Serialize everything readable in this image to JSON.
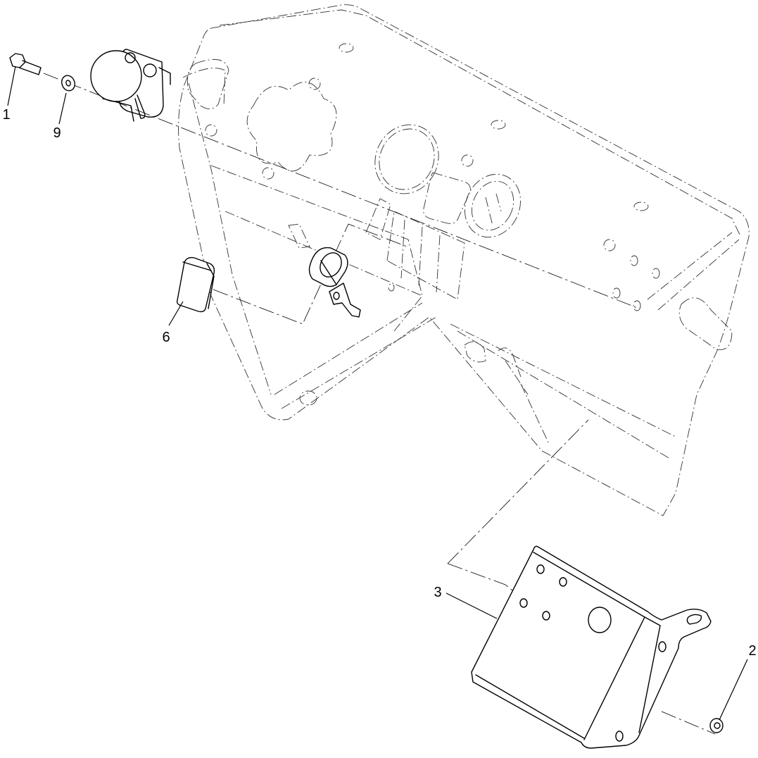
{
  "callouts": {
    "c1": "1",
    "c9": "9",
    "c6": "6",
    "c3": "3",
    "c2": "2"
  },
  "colors": {
    "ink": "#000000",
    "phantom": "#333333",
    "background": "#ffffff"
  }
}
